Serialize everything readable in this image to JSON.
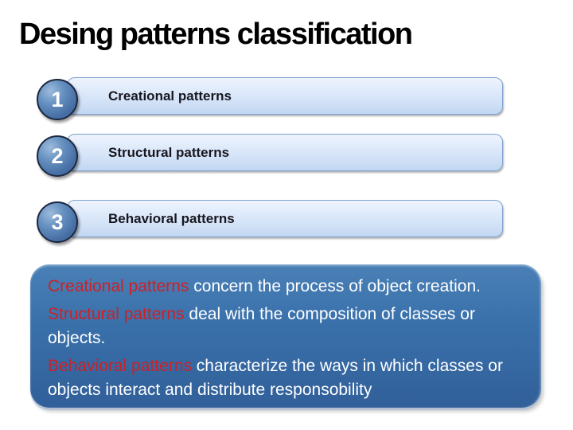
{
  "slide": {
    "title": "Desing patterns classification",
    "items": [
      {
        "number": "1",
        "label": "Creational patterns"
      },
      {
        "number": "2",
        "label": "Structural patterns"
      },
      {
        "number": "3",
        "label": "Behavioral patterns"
      }
    ],
    "description": [
      {
        "term": "Creational patterns",
        "text": " concern the process of object creation."
      },
      {
        "term": "Structural patterns",
        "text": " deal with the composition of classes or objects."
      },
      {
        "term": "Behavioral patterns",
        "text": " characterize the ways in which classes or objects interact and distribute responsobility"
      }
    ],
    "colors": {
      "term_red": "#cc2127",
      "body_text": "#ffffff",
      "panel_blue_top": "#4a80b6",
      "panel_blue_bottom": "#315f99",
      "bar_gradient_top": "#eef4fd",
      "bar_gradient_bottom": "#c3d7f2",
      "bar_border": "#7da2cf",
      "badge_blue": "#476fa5",
      "badge_outline": "#1c2740",
      "bar_label_text": "#17171f",
      "title_text": "#000000"
    }
  }
}
